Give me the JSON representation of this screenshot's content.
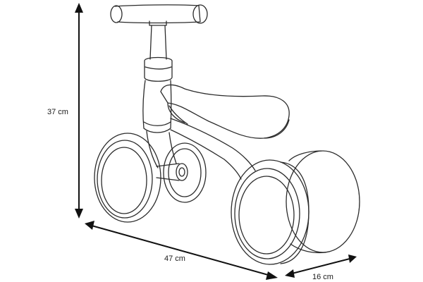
{
  "dimensions": {
    "height": "37 cm",
    "length": "47 cm",
    "width": "16 cm"
  },
  "colors": {
    "line": "#2b2b2b",
    "arrow": "#111111",
    "background": "#ffffff"
  }
}
